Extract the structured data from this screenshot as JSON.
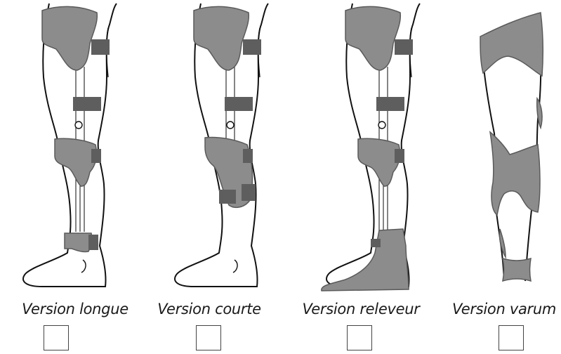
{
  "colors": {
    "orthosis_fill": "#8c8c8c",
    "orthosis_stroke": "#5a5a5a",
    "strap_fill": "#5e5e5e",
    "outline": "#111111",
    "background": "#ffffff"
  },
  "options": [
    {
      "label": "Version longue",
      "checked": false
    },
    {
      "label": "Version courte",
      "checked": false
    },
    {
      "label": "Version releveur",
      "checked": false
    },
    {
      "label": "Version varum",
      "checked": false
    }
  ]
}
